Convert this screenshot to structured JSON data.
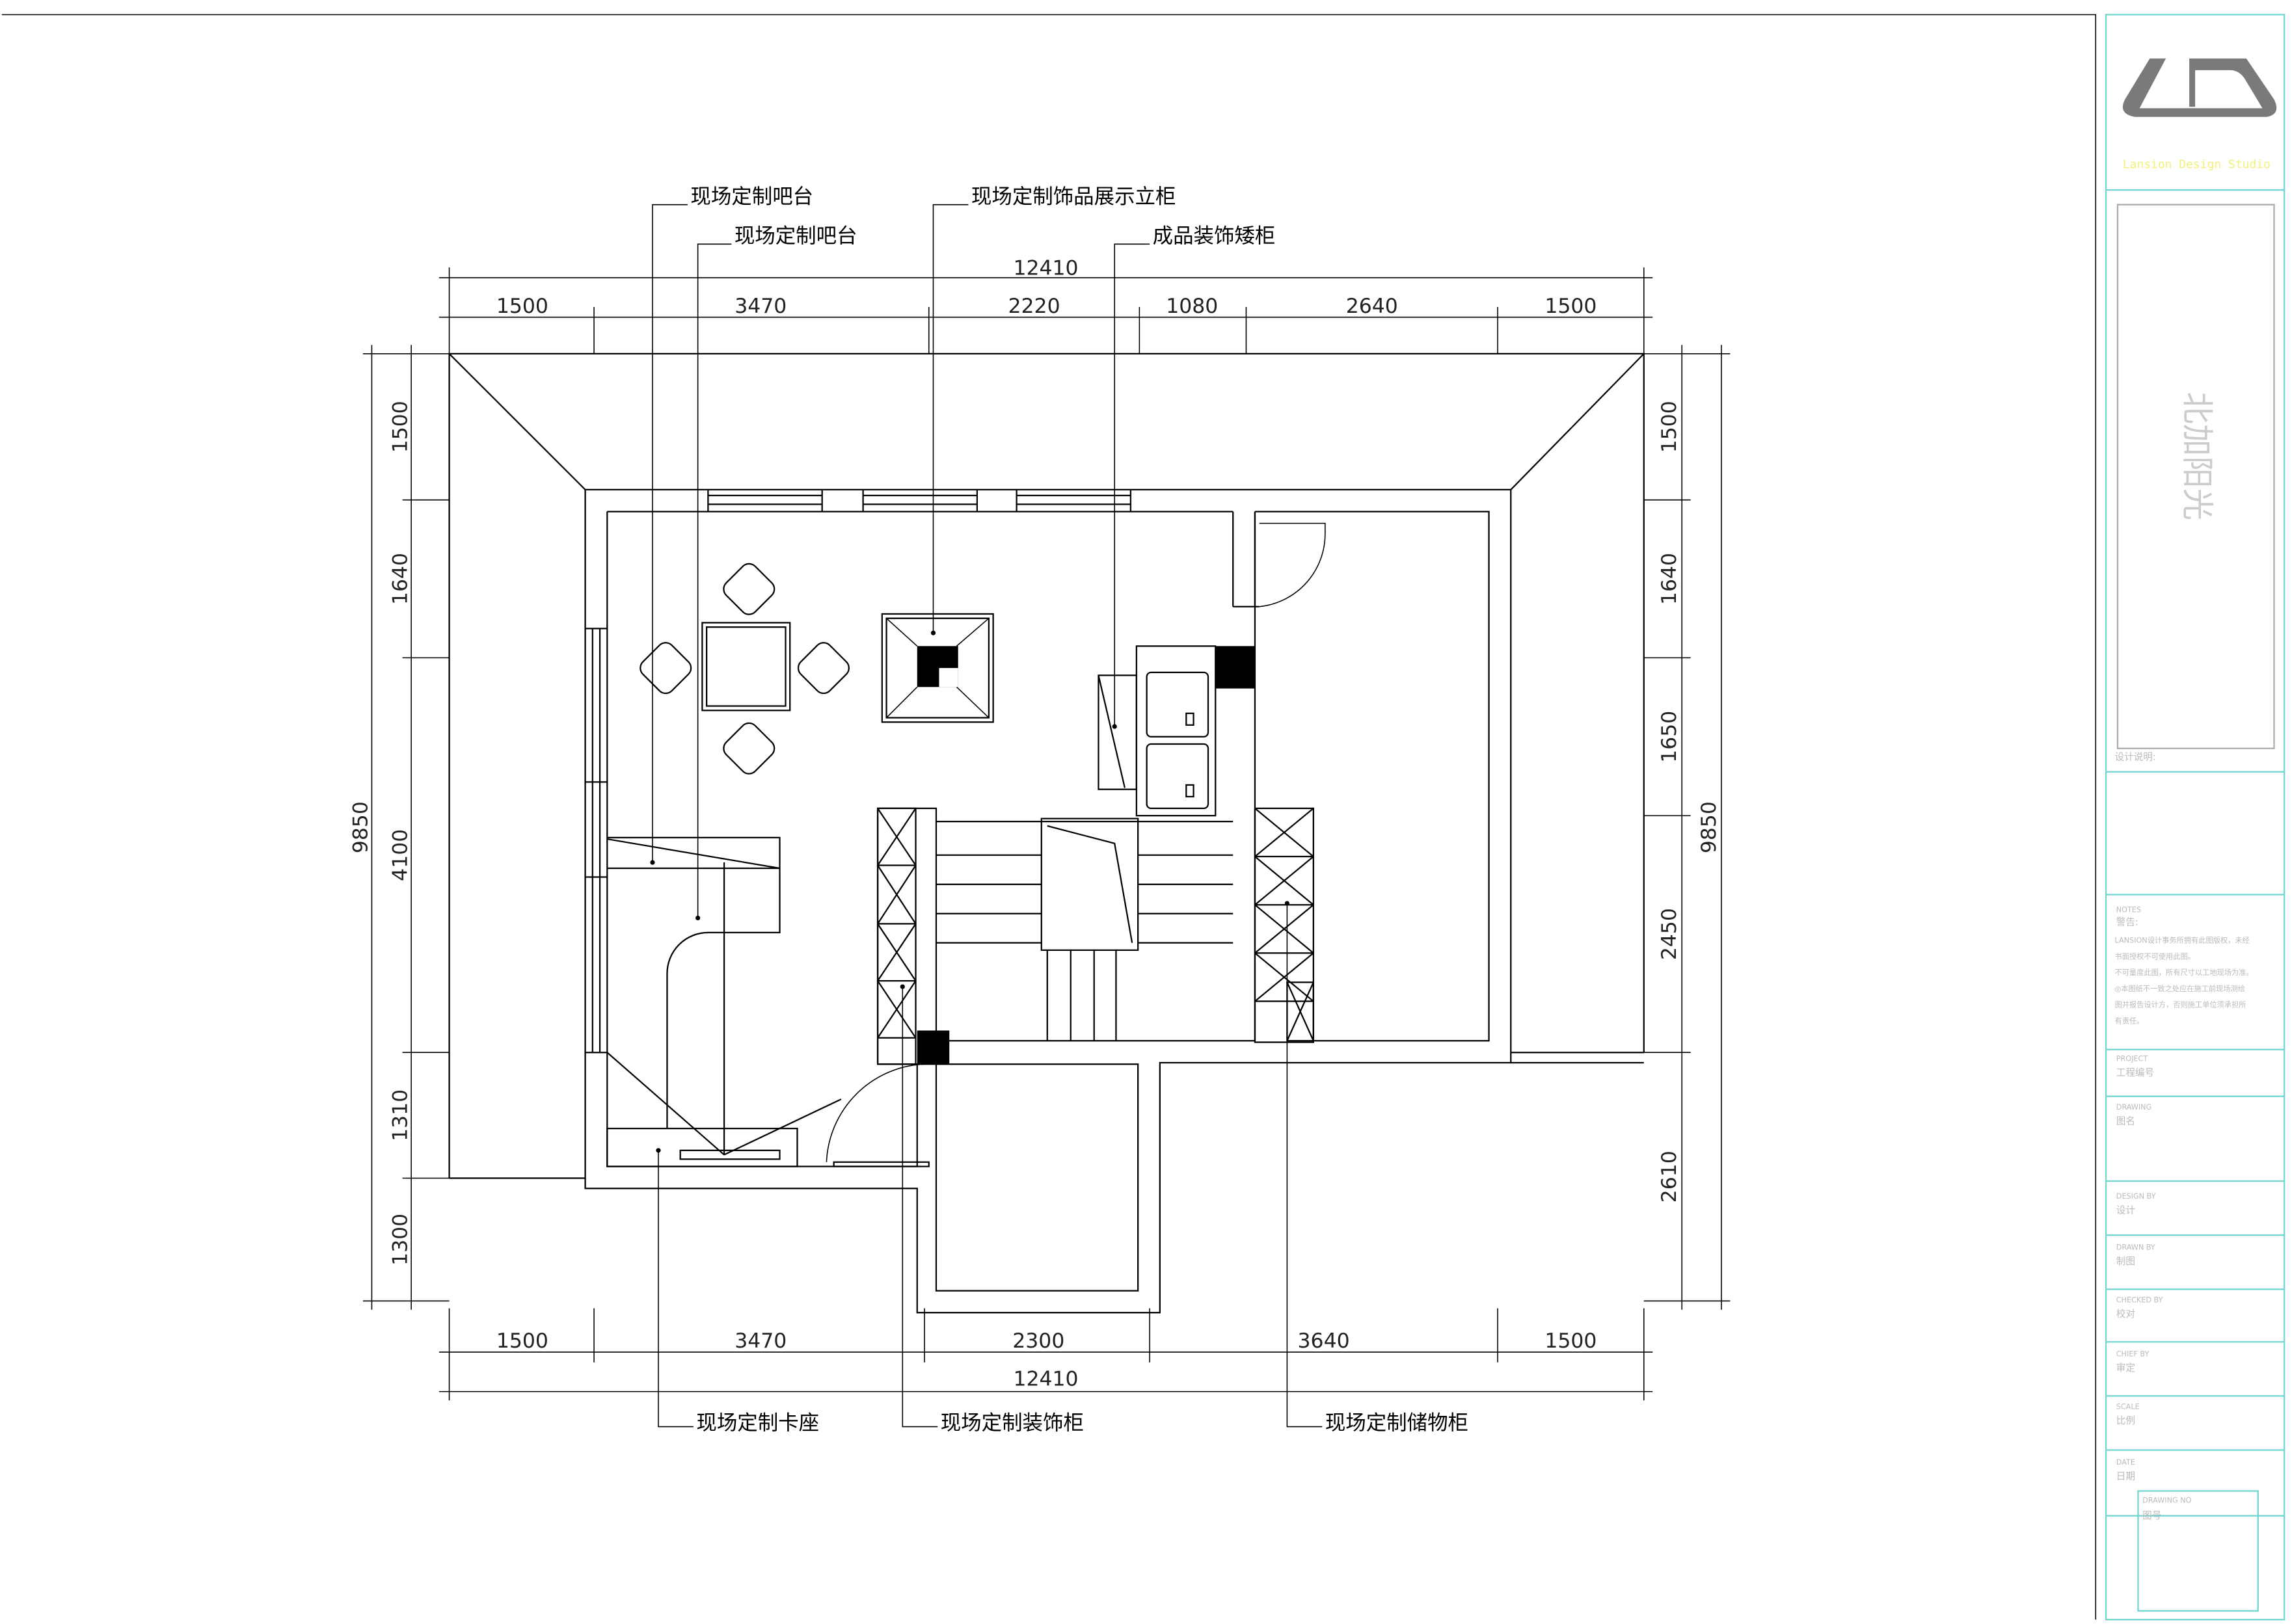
{
  "dimensions": {
    "top_total": "12410",
    "top_segments": [
      "1500",
      "3470",
      "2220",
      "1080",
      "2640",
      "1500"
    ],
    "bottom_total": "12410",
    "bottom_segments": [
      "1500",
      "3470",
      "2300",
      "3640",
      "1500"
    ],
    "left_total": "9850",
    "left_segments": [
      "1500",
      "1640",
      "4100",
      "1310",
      "1300"
    ],
    "right_total": "9850",
    "right_segments": [
      "1500",
      "1640",
      "1650",
      "2450",
      "2610"
    ]
  },
  "labels": {
    "bar_counter_1": "现场定制吧台",
    "bar_counter_2": "现场定制吧台",
    "display_cabinet": "现场定制饰品展示立柜",
    "low_cabinet": "成品装饰矮柜",
    "booth_seat": "现场定制卡座",
    "decor_cabinet": "现场定制装饰柜",
    "storage_cabinet": "现场定制储物柜"
  },
  "title_block": {
    "logo_text": "Lansion Design Studio",
    "project_name": "北加阳光",
    "design_note": "设计说明:",
    "notes_en": "NOTES",
    "notes_cn": "警告:",
    "notes_body": [
      "LANSION设计事务所拥有此图版权，未经",
      "书面授权不可使用此图。",
      "不可量度此图，所有尺寸以工地现场为准。",
      "◎本图纸不一致之处应在施工前现场测绘",
      "图并报告设计方，否则施工单位须承担所",
      "有责任。"
    ],
    "fields": [
      {
        "en": "PROJECT",
        "cn": "工程编号"
      },
      {
        "en": "DRAWING",
        "cn": "图名"
      },
      {
        "en": "DESIGN BY",
        "cn": "设计"
      },
      {
        "en": "DRAWN BY",
        "cn": "制图"
      },
      {
        "en": "CHECKED BY",
        "cn": "校对"
      },
      {
        "en": "CHIEF BY",
        "cn": "审定"
      },
      {
        "en": "SCALE",
        "cn": "比例"
      },
      {
        "en": "DATE",
        "cn": "日期"
      }
    ],
    "drawing_no_en": "DRAWING NO",
    "drawing_no_cn": "图号"
  },
  "colors": {
    "line": "#000000",
    "frame": "#6fd6d0",
    "logo": "#7a7a7a",
    "logo_text": "#f2f27a"
  }
}
